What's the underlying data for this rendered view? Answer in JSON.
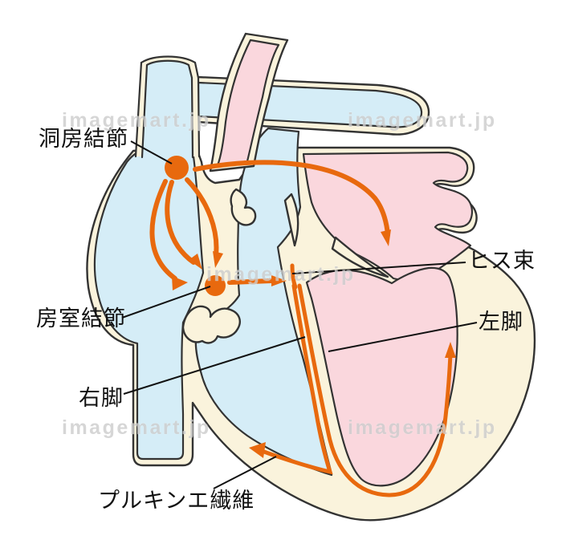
{
  "labels": {
    "sa_node": "洞房結節",
    "av_node": "房室結節",
    "his_bundle": "ヒス束",
    "left_bundle_branch": "左脚",
    "right_bundle_branch": "右脚",
    "purkinje_fibers": "プルキンエ繊維"
  },
  "watermark": {
    "text": "imagemart.jp"
  },
  "colors": {
    "background": "#ffffff",
    "outline": "#333333",
    "chamber_blue": "#d5edf7",
    "chamber_pink": "#fad7dd",
    "wall_cream": "#faf3dc",
    "conduction_orange": "#e8690e",
    "label_black": "#111111",
    "watermark_gray": "#cdcdcd"
  }
}
